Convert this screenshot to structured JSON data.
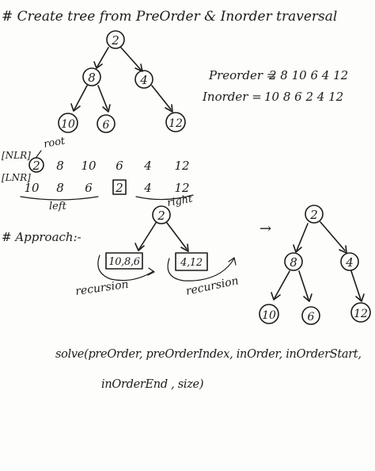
{
  "title": "# Create tree from PreOrder & Inorder traversal",
  "top_tree": {
    "nodes": [
      "2",
      "8",
      "4",
      "10",
      "6",
      "12"
    ]
  },
  "traversals": {
    "preorder_label": "Preorder =",
    "preorder_values": "2  8  10  6  4  12",
    "inorder_label": "Inorder =",
    "inorder_values": "10  8  6  2    4  12"
  },
  "split": {
    "nlr_label": "[NLR]",
    "root_label": "root",
    "row1": [
      "2",
      "8",
      "10",
      "6",
      "4",
      "12"
    ],
    "lnr_label": "[LNR]",
    "row2_left": [
      "10",
      "8",
      "6"
    ],
    "row2_root": "2",
    "row2_right": [
      "4",
      "12"
    ],
    "left_label": "left",
    "right_label": "right"
  },
  "approach": {
    "heading": "# Approach:-",
    "root": "2",
    "left_box": "10,8,6",
    "right_box": "4,12",
    "left_recursion": "recursion",
    "right_recursion": "recursion",
    "arrow": "→"
  },
  "result_tree": {
    "nodes": [
      "2",
      "8",
      "4",
      "10",
      "6",
      "12"
    ]
  },
  "signature": {
    "line1": "solve(preOrder, preOrderIndex, inOrder, inOrderStart,",
    "line2": "inOrderEnd , size)"
  }
}
